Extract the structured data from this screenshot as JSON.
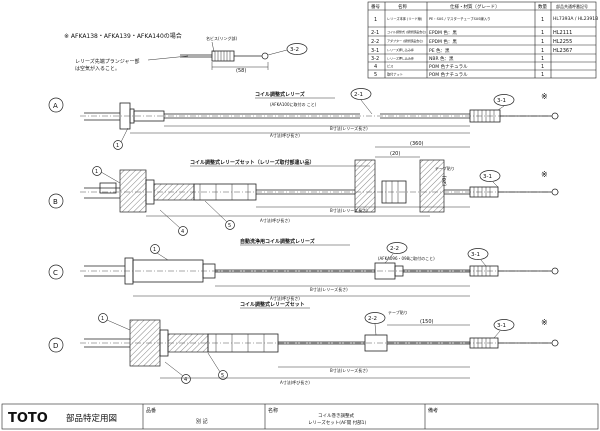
{
  "parts_table": {
    "headers": [
      "番号",
      "名称",
      "仕様・材質〔グレード〕",
      "数量",
      "部品共通呼番記号"
    ],
    "rows": [
      {
        "no": "1",
        "name": "レリーズ本体 (リード線)",
        "spec": "PE・SUS / マスターチューブSUS線入り",
        "qty": "1",
        "code": "HL7393A / HL2391B"
      },
      {
        "no": "2-1",
        "name": "コイル調整式 (調整部品含む)",
        "spec": "EPDM 色：黒",
        "qty": "1",
        "code": "HL2111"
      },
      {
        "no": "2-2",
        "name": "アダプター (調整部品含む)",
        "spec": "EPDM 色：黒",
        "qty": "1",
        "code": "HL2255"
      },
      {
        "no": "3-1",
        "name": "レリーズ押し込み棒",
        "spec": "PE 色：黒",
        "qty": "1",
        "code": "HL2367"
      },
      {
        "no": "3-2",
        "name": "レリーズ押し込み棒",
        "spec": "NBR 色：黒",
        "qty": "1",
        "code": ""
      },
      {
        "no": "4",
        "name": "ビス",
        "spec": "POM 色ナチュラル",
        "qty": "1",
        "code": ""
      },
      {
        "no": "5",
        "name": "取付ナット",
        "spec": "POM 色ナチュラル",
        "qty": "1",
        "code": ""
      }
    ]
  },
  "note": {
    "title": "※ AFKA138・AFKA139・AFKA140の場合",
    "line1": "レリーズ先端プランジャー部",
    "line2": "は空気が入ること。",
    "dim": "(58)",
    "part_label": "名ビス(リング部)"
  },
  "views": {
    "A": {
      "letter": "A",
      "title": "コイル調整式レリーズ",
      "note": "(AFKA100に取付の こと)",
      "dim1": "B寸法(レリーズ長さ)",
      "dim2": "A寸法(呼び長さ)"
    },
    "B": {
      "letter": "B",
      "title": "コイル調整式レリーズセット（レリーズ取付部違い品）",
      "dim1": "B寸法(レリーズ長さ)",
      "dim2": "A寸法(呼び長さ)",
      "tape": "テープ貼り",
      "d360": "(360)",
      "d20a": "(20)",
      "d20b": "(20)"
    },
    "C": {
      "letter": "C",
      "title": "自動洗浄用コイル調整式レリーズ",
      "note": "(AFKA096・098に取付のこと)",
      "dim1": "B寸法(レリーズ長さ)",
      "dim2": "A寸法(呼び長さ)"
    },
    "D": {
      "letter": "D",
      "title": "コイル調整式レリーズセット",
      "tape": "テープ貼り",
      "d150": "(150)",
      "dim1": "B寸法(レリーズ長さ)",
      "dim2": "A寸法(呼び長さ)"
    }
  },
  "callouts": {
    "c1": "1",
    "c21": "2-1",
    "c22": "2-2",
    "c31": "3-1",
    "c32": "3-2",
    "c4": "4",
    "c5": "5",
    "star": "※"
  },
  "title_block": {
    "logo": "TOTO",
    "doc_type": "部品特定用図",
    "label_hinban": "品番",
    "hinban_value": "別 記",
    "label_meisho": "名称",
    "meisho_line1": "コイル巻き調整式",
    "meisho_line2": "レリーズセット(AF開 付部1)",
    "label_biko": "備考"
  }
}
